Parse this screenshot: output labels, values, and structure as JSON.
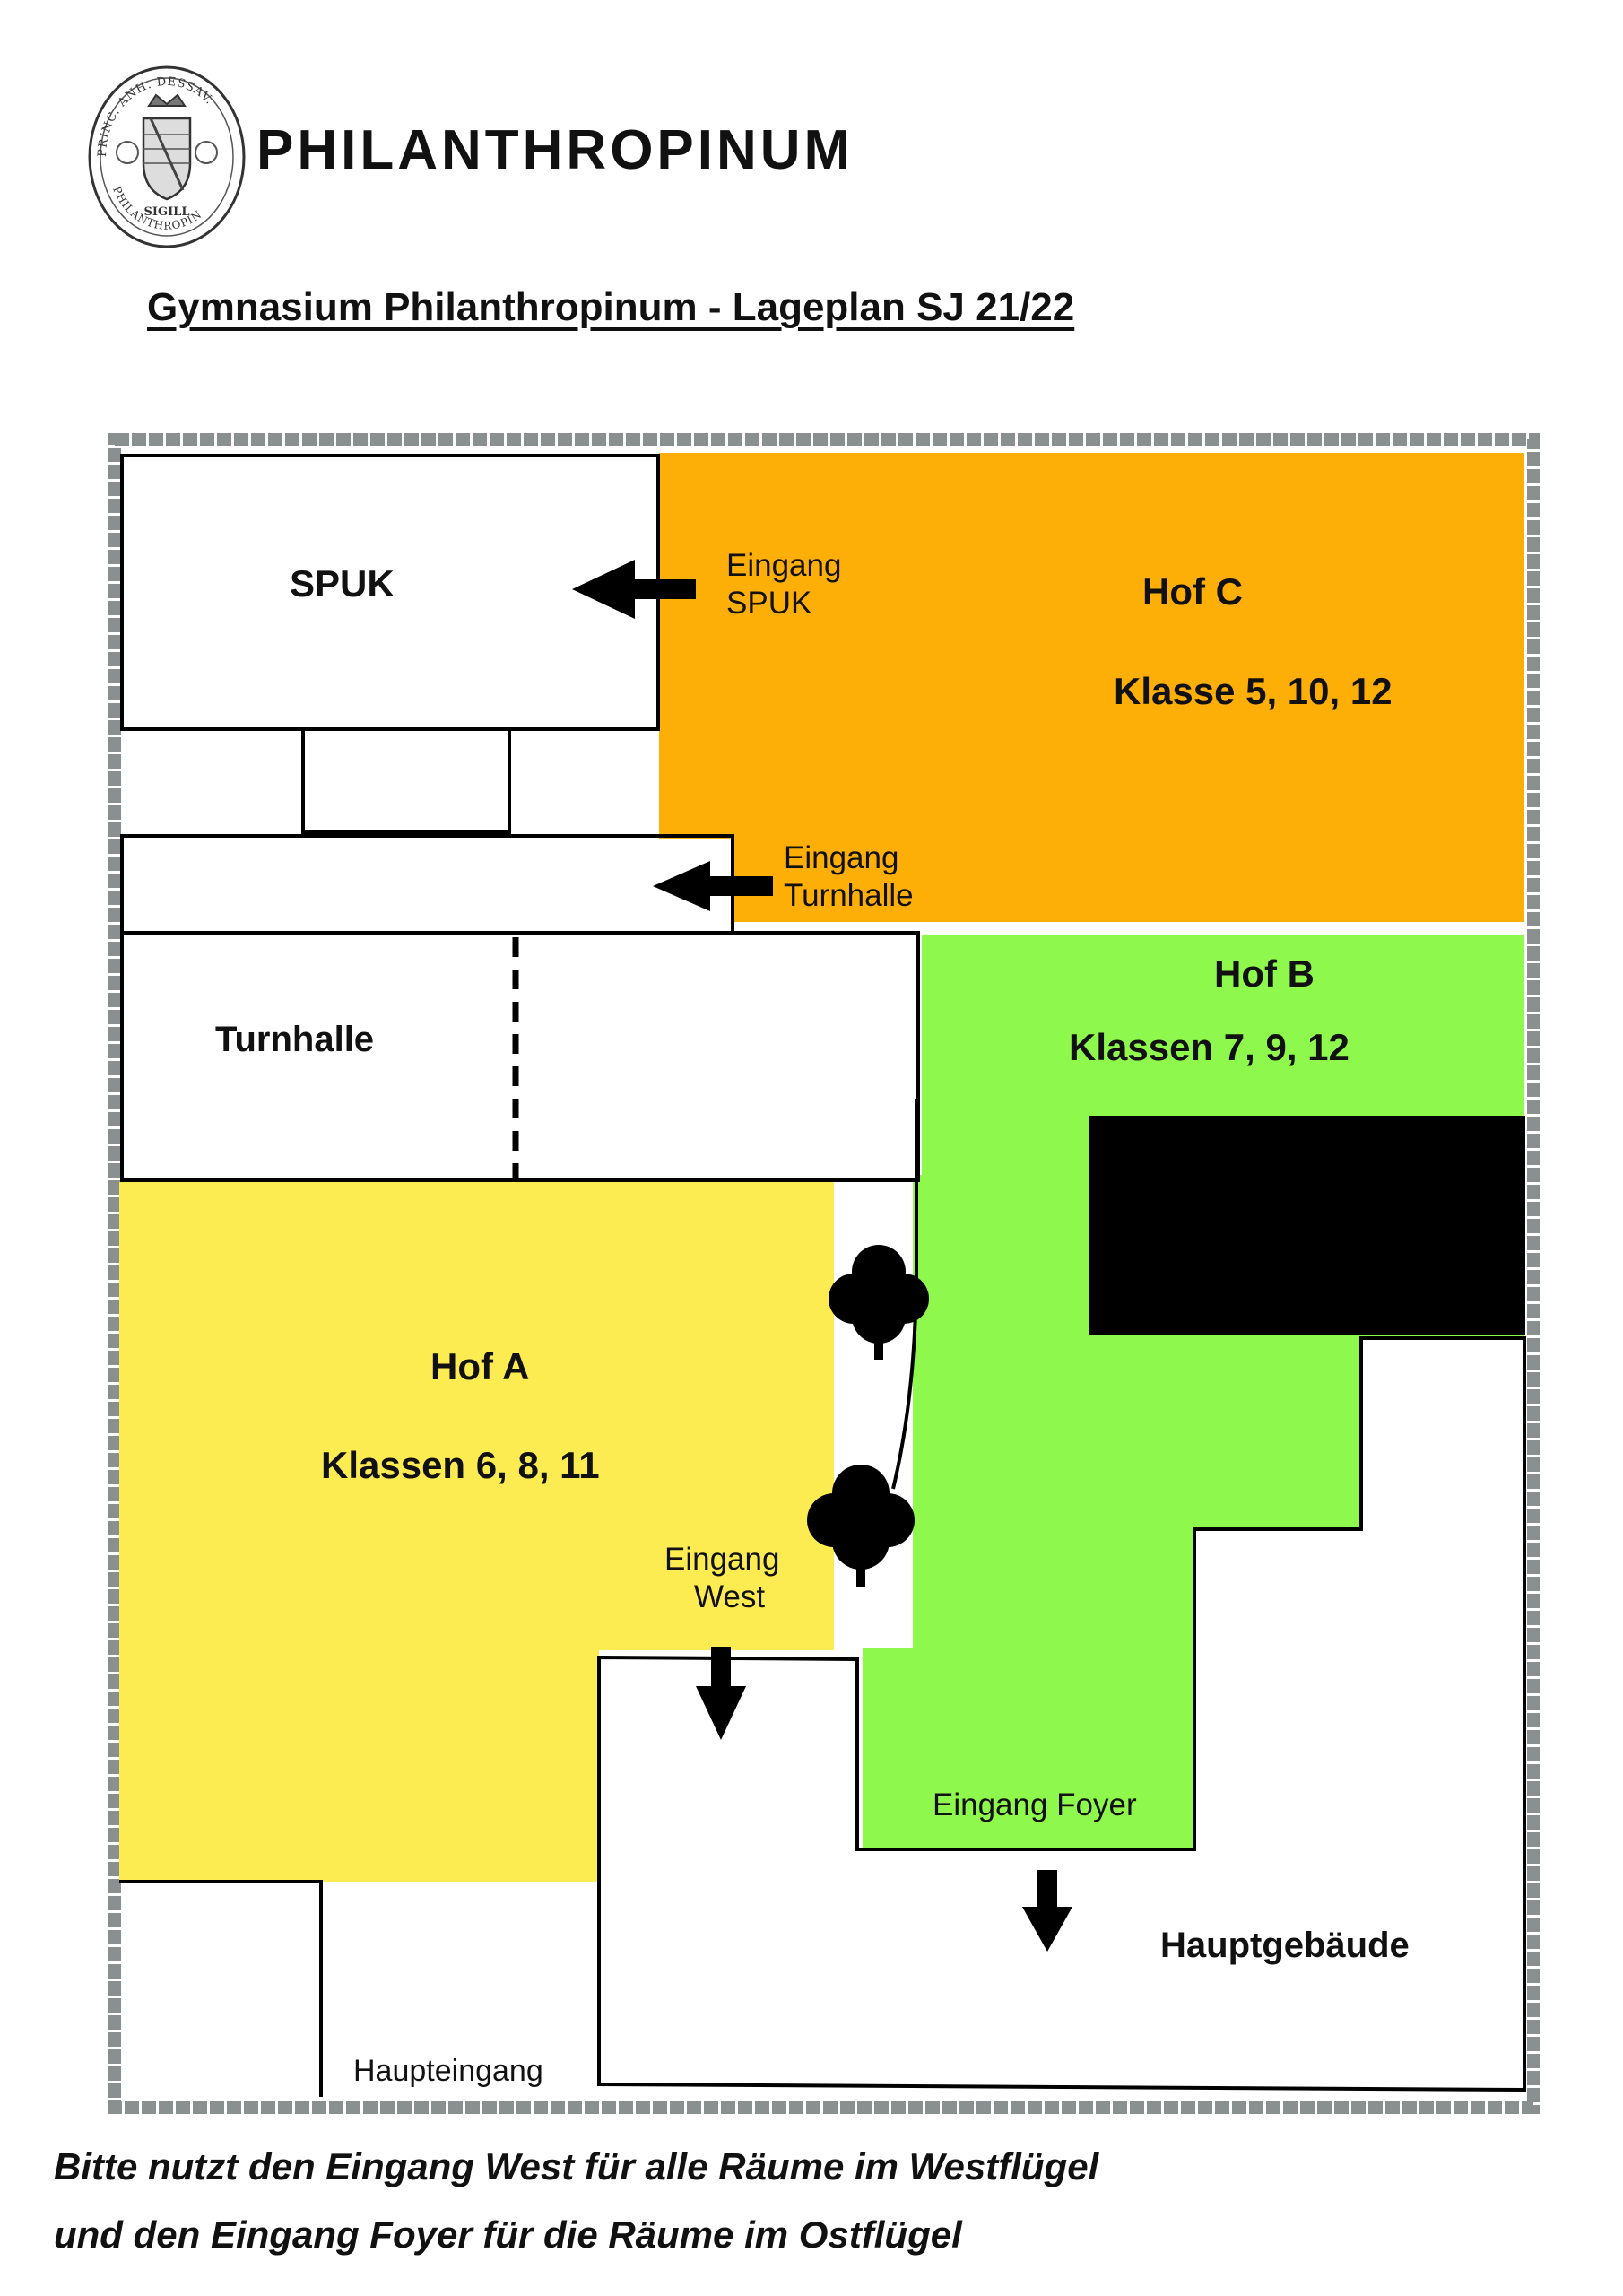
{
  "header": {
    "seal_text_top": "PRINC. ANH. DESSAV.",
    "seal_text_bottom": "PHILANTHROPIN",
    "seal_center": "SIGILL",
    "brand": "PHILANTHROPINUM"
  },
  "title": "Gymnasium Philanthropinum - Lageplan SJ 21/22",
  "plan": {
    "spuk": "SPUK",
    "entrance_spuk": {
      "line1": "Eingang",
      "line2": "SPUK"
    },
    "hof_c": {
      "name": "Hof C",
      "classes": "Klasse 5, 10, 12"
    },
    "entrance_turnhalle": {
      "line1": "Eingang",
      "line2": "Turnhalle"
    },
    "turnhalle": "Turnhalle",
    "hof_b": {
      "name": "Hof B",
      "classes": "Klassen 7, 9, 12"
    },
    "hof_a": {
      "name": "Hof A",
      "classes": "Klassen 6, 8, 11"
    },
    "entrance_west": {
      "line1": "Eingang",
      "line2": "West"
    },
    "entrance_foyer": "Eingang Foyer",
    "hauptgebaeude": "Hauptgebäude",
    "haupteingang": "Haupteingang",
    "colors": {
      "hof_a": "#fdeb52",
      "hof_b": "#8ef94c",
      "hof_c": "#fdae07",
      "border": "#8a8f8f",
      "block": "#000000"
    }
  },
  "footer": {
    "line1": "Bitte nutzt den Eingang West für alle Räume im Westflügel",
    "line2": "und den Eingang Foyer für die Räume im Ostflügel"
  }
}
